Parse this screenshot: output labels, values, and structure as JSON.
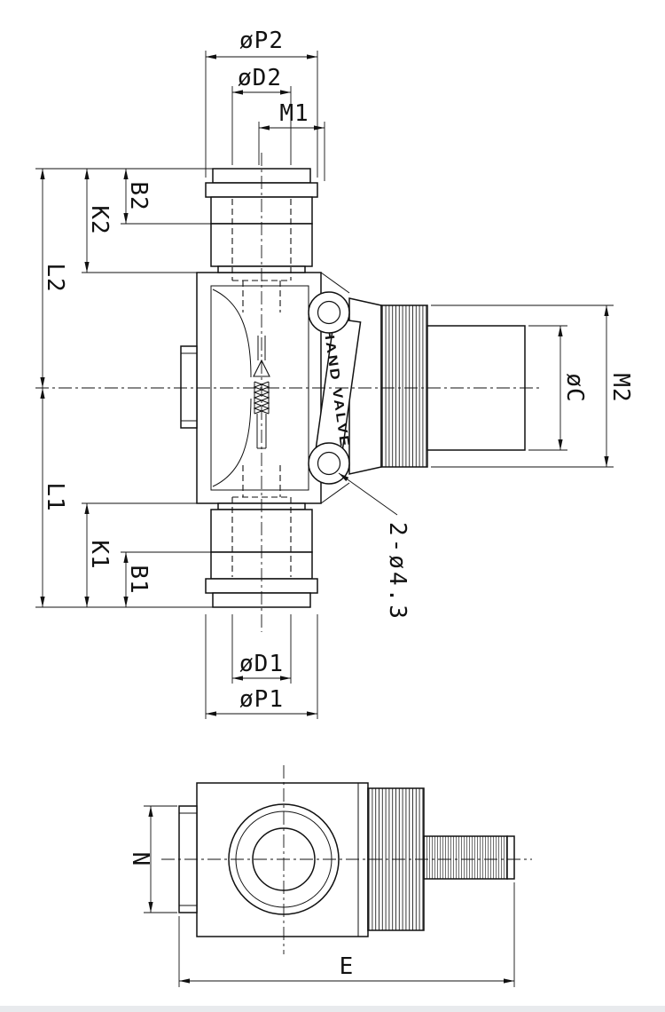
{
  "front_view": {
    "name_plate": "HAND VALVE",
    "dims": {
      "p2": "øP2",
      "d2": "øD2",
      "m1": "M1",
      "b2": "B2",
      "k2": "K2",
      "l2": "L2",
      "l1": "L1",
      "k1": "K1",
      "b1": "B1",
      "d1": "øD1",
      "p1": "øP1",
      "c": "øC",
      "m2": "M2",
      "holes": "2-ø4.3"
    }
  },
  "bottom_view": {
    "dims": {
      "n": "N",
      "e": "E"
    }
  }
}
